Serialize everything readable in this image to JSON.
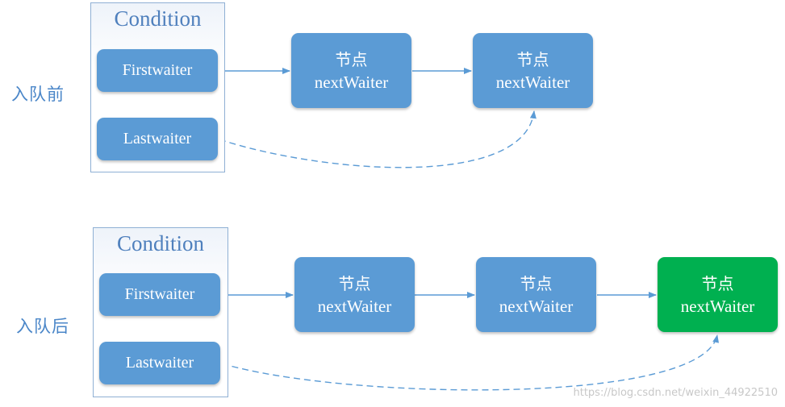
{
  "colors": {
    "node_blue": "#5b9bd5",
    "node_green": "#00b050",
    "arrow": "#5b9bd5",
    "label": "#4a86c8",
    "title": "#4f80bd"
  },
  "before": {
    "label": "入队前",
    "condition_title": "Condition",
    "first_waiter": "Firstwaiter",
    "last_waiter": "Lastwaiter",
    "nodes": [
      {
        "line1": "节点",
        "line2": "nextWaiter"
      },
      {
        "line1": "节点",
        "line2": "nextWaiter"
      }
    ]
  },
  "after": {
    "label": "入队后",
    "condition_title": "Condition",
    "first_waiter": "Firstwaiter",
    "last_waiter": "Lastwaiter",
    "nodes": [
      {
        "line1": "节点",
        "line2": "nextWaiter"
      },
      {
        "line1": "节点",
        "line2": "nextWaiter"
      },
      {
        "line1": "节点",
        "line2": "nextWaiter"
      }
    ]
  },
  "watermark": "https://blog.csdn.net/weixin_44922510"
}
